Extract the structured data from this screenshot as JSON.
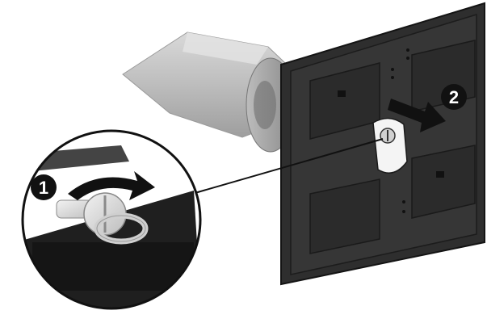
{
  "steps": [
    {
      "number": "1",
      "action": "rotate-thumbscrew"
    },
    {
      "number": "2",
      "action": "slide-panel-right"
    }
  ],
  "colors": {
    "badge_fill": "#111111",
    "badge_text": "#ffffff",
    "arrow_fill": "#111111",
    "panel_dark": "#2b2b2b",
    "stand_light": "#c8c8c8",
    "screw_light": "#dcdcdc"
  },
  "icons": {
    "step1_arrow": "curved-rotate-arrow-icon",
    "step2_arrow": "right-arrow-icon"
  }
}
